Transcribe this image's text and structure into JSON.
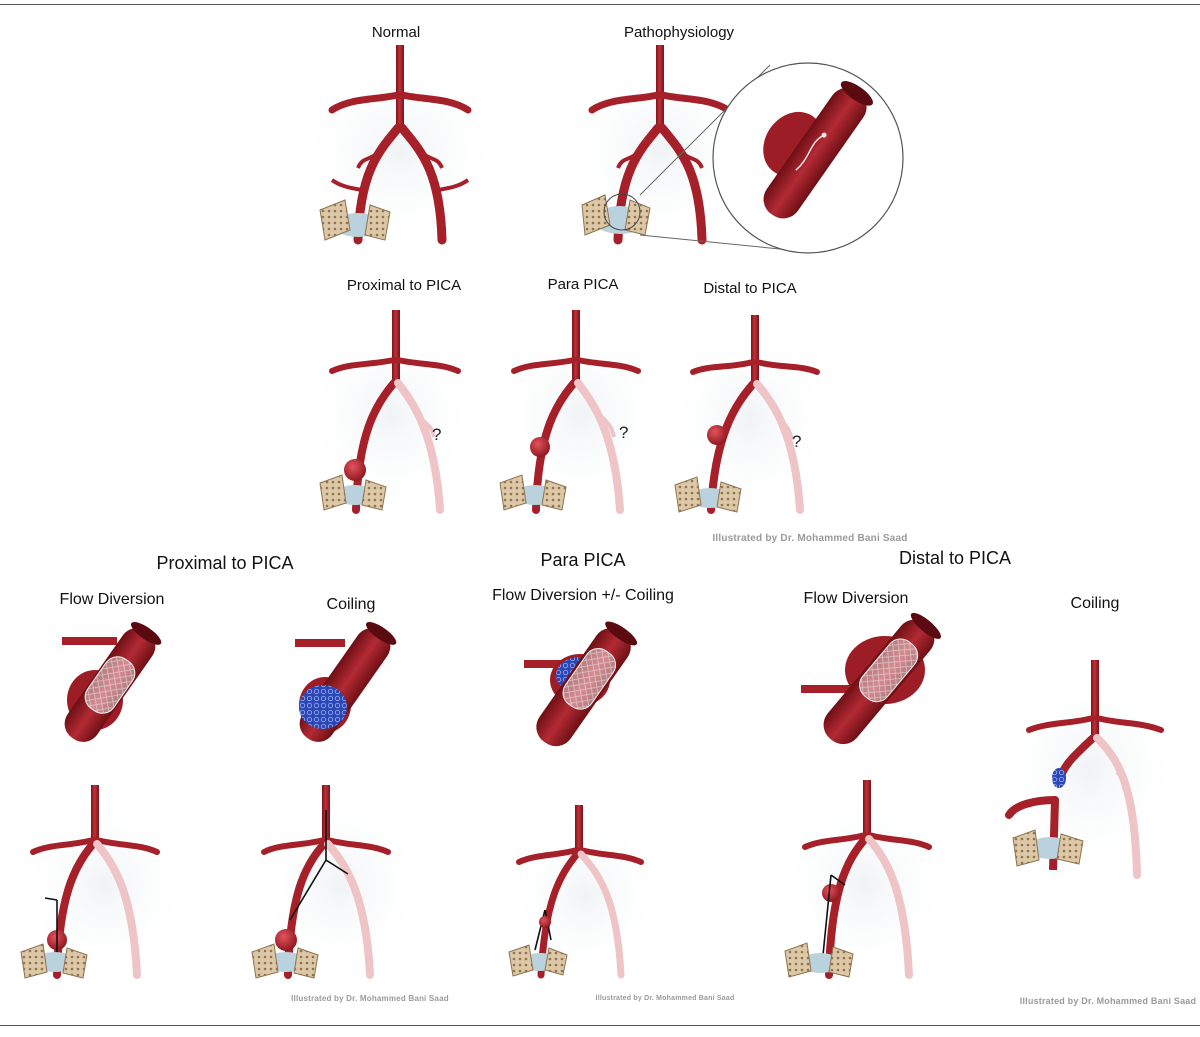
{
  "top_row": {
    "normal": "Normal",
    "pathophysiology": "Pathophysiology"
  },
  "middle_row": {
    "proximal": "Proximal to PICA",
    "para": "Para PICA",
    "distal": "Distal to PICA",
    "unknown_mark": "?"
  },
  "bottom_row": {
    "proximal_group": "Proximal to PICA",
    "para_group": "Para PICA",
    "distal_group": "Distal to PICA",
    "flow_diversion": "Flow Diversion",
    "coiling": "Coiling",
    "flow_diversion_coiling": "Flow Diversion +/- Coiling"
  },
  "credit": "Illustrated by Dr. Mohammed Bani Saad",
  "colors": {
    "artery": "#b0202a",
    "artery_dark": "#7d1218",
    "artery_faded": "#eec4c6",
    "bone": "#d8c4a4",
    "dura": "#b9d2dd",
    "coil": "#2b47b5"
  }
}
